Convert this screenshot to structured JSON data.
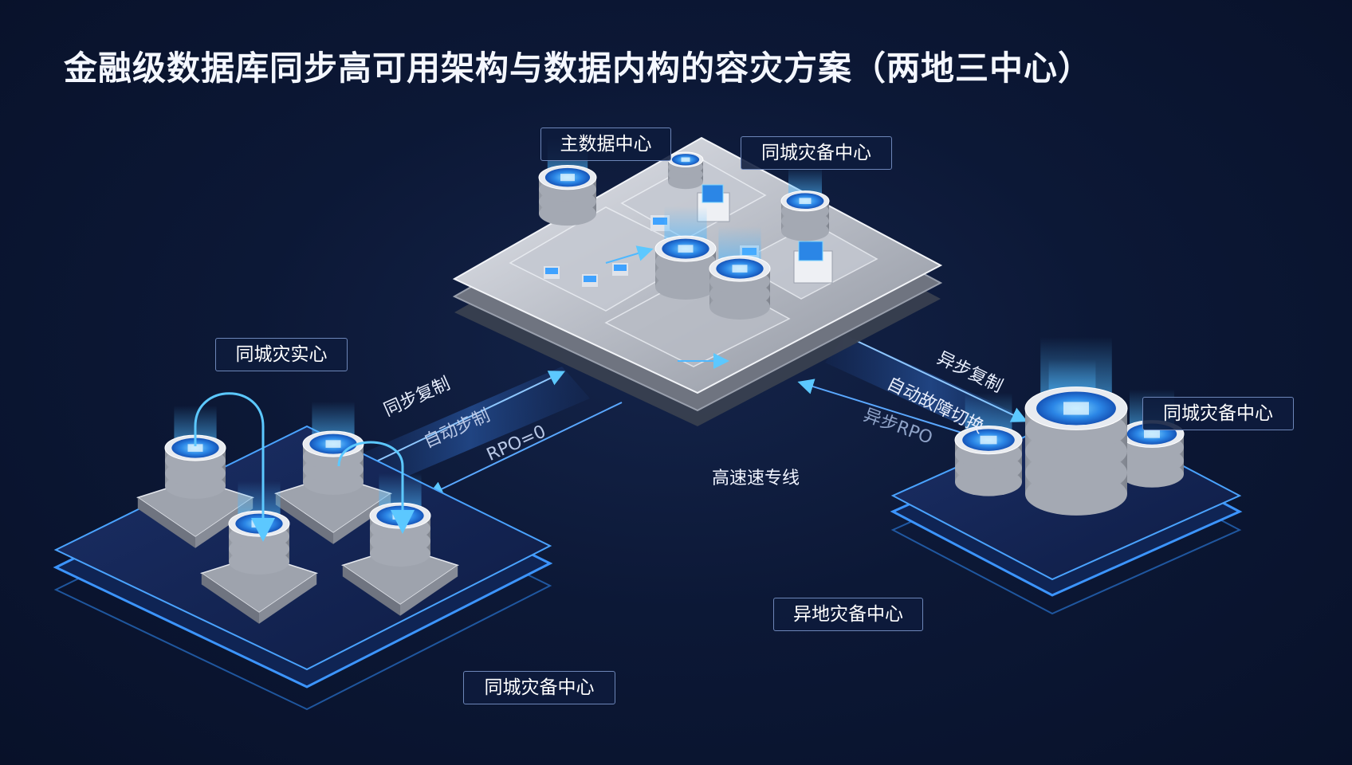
{
  "title": "金融级数据库同步高可用架构与数据内构的容灾方案（两地三中心）",
  "labels": {
    "main_center": "主数据中心",
    "top_right_center": "同城灾备中心",
    "left_upper_center": "同城灾实心",
    "right_center": "同城灾备中心",
    "remote_center": "异地灾备中心",
    "left_bottom_center": "同城灾备中心"
  },
  "flows": {
    "sync_replication": "同步复制",
    "auto_sync": "自动步制",
    "rpo": "RPO=0",
    "high_speed_line": "高速速专线",
    "async_replication": "异步复制",
    "auto_failover": "自动故障切换",
    "async_rpo": "异步RPO"
  },
  "colors": {
    "background": "#0c1836",
    "accent": "#3fa2ff",
    "glow": "#5cc8ff",
    "platform_steel": "#c9ccd3",
    "platform_blue": "#1a3a7c"
  }
}
